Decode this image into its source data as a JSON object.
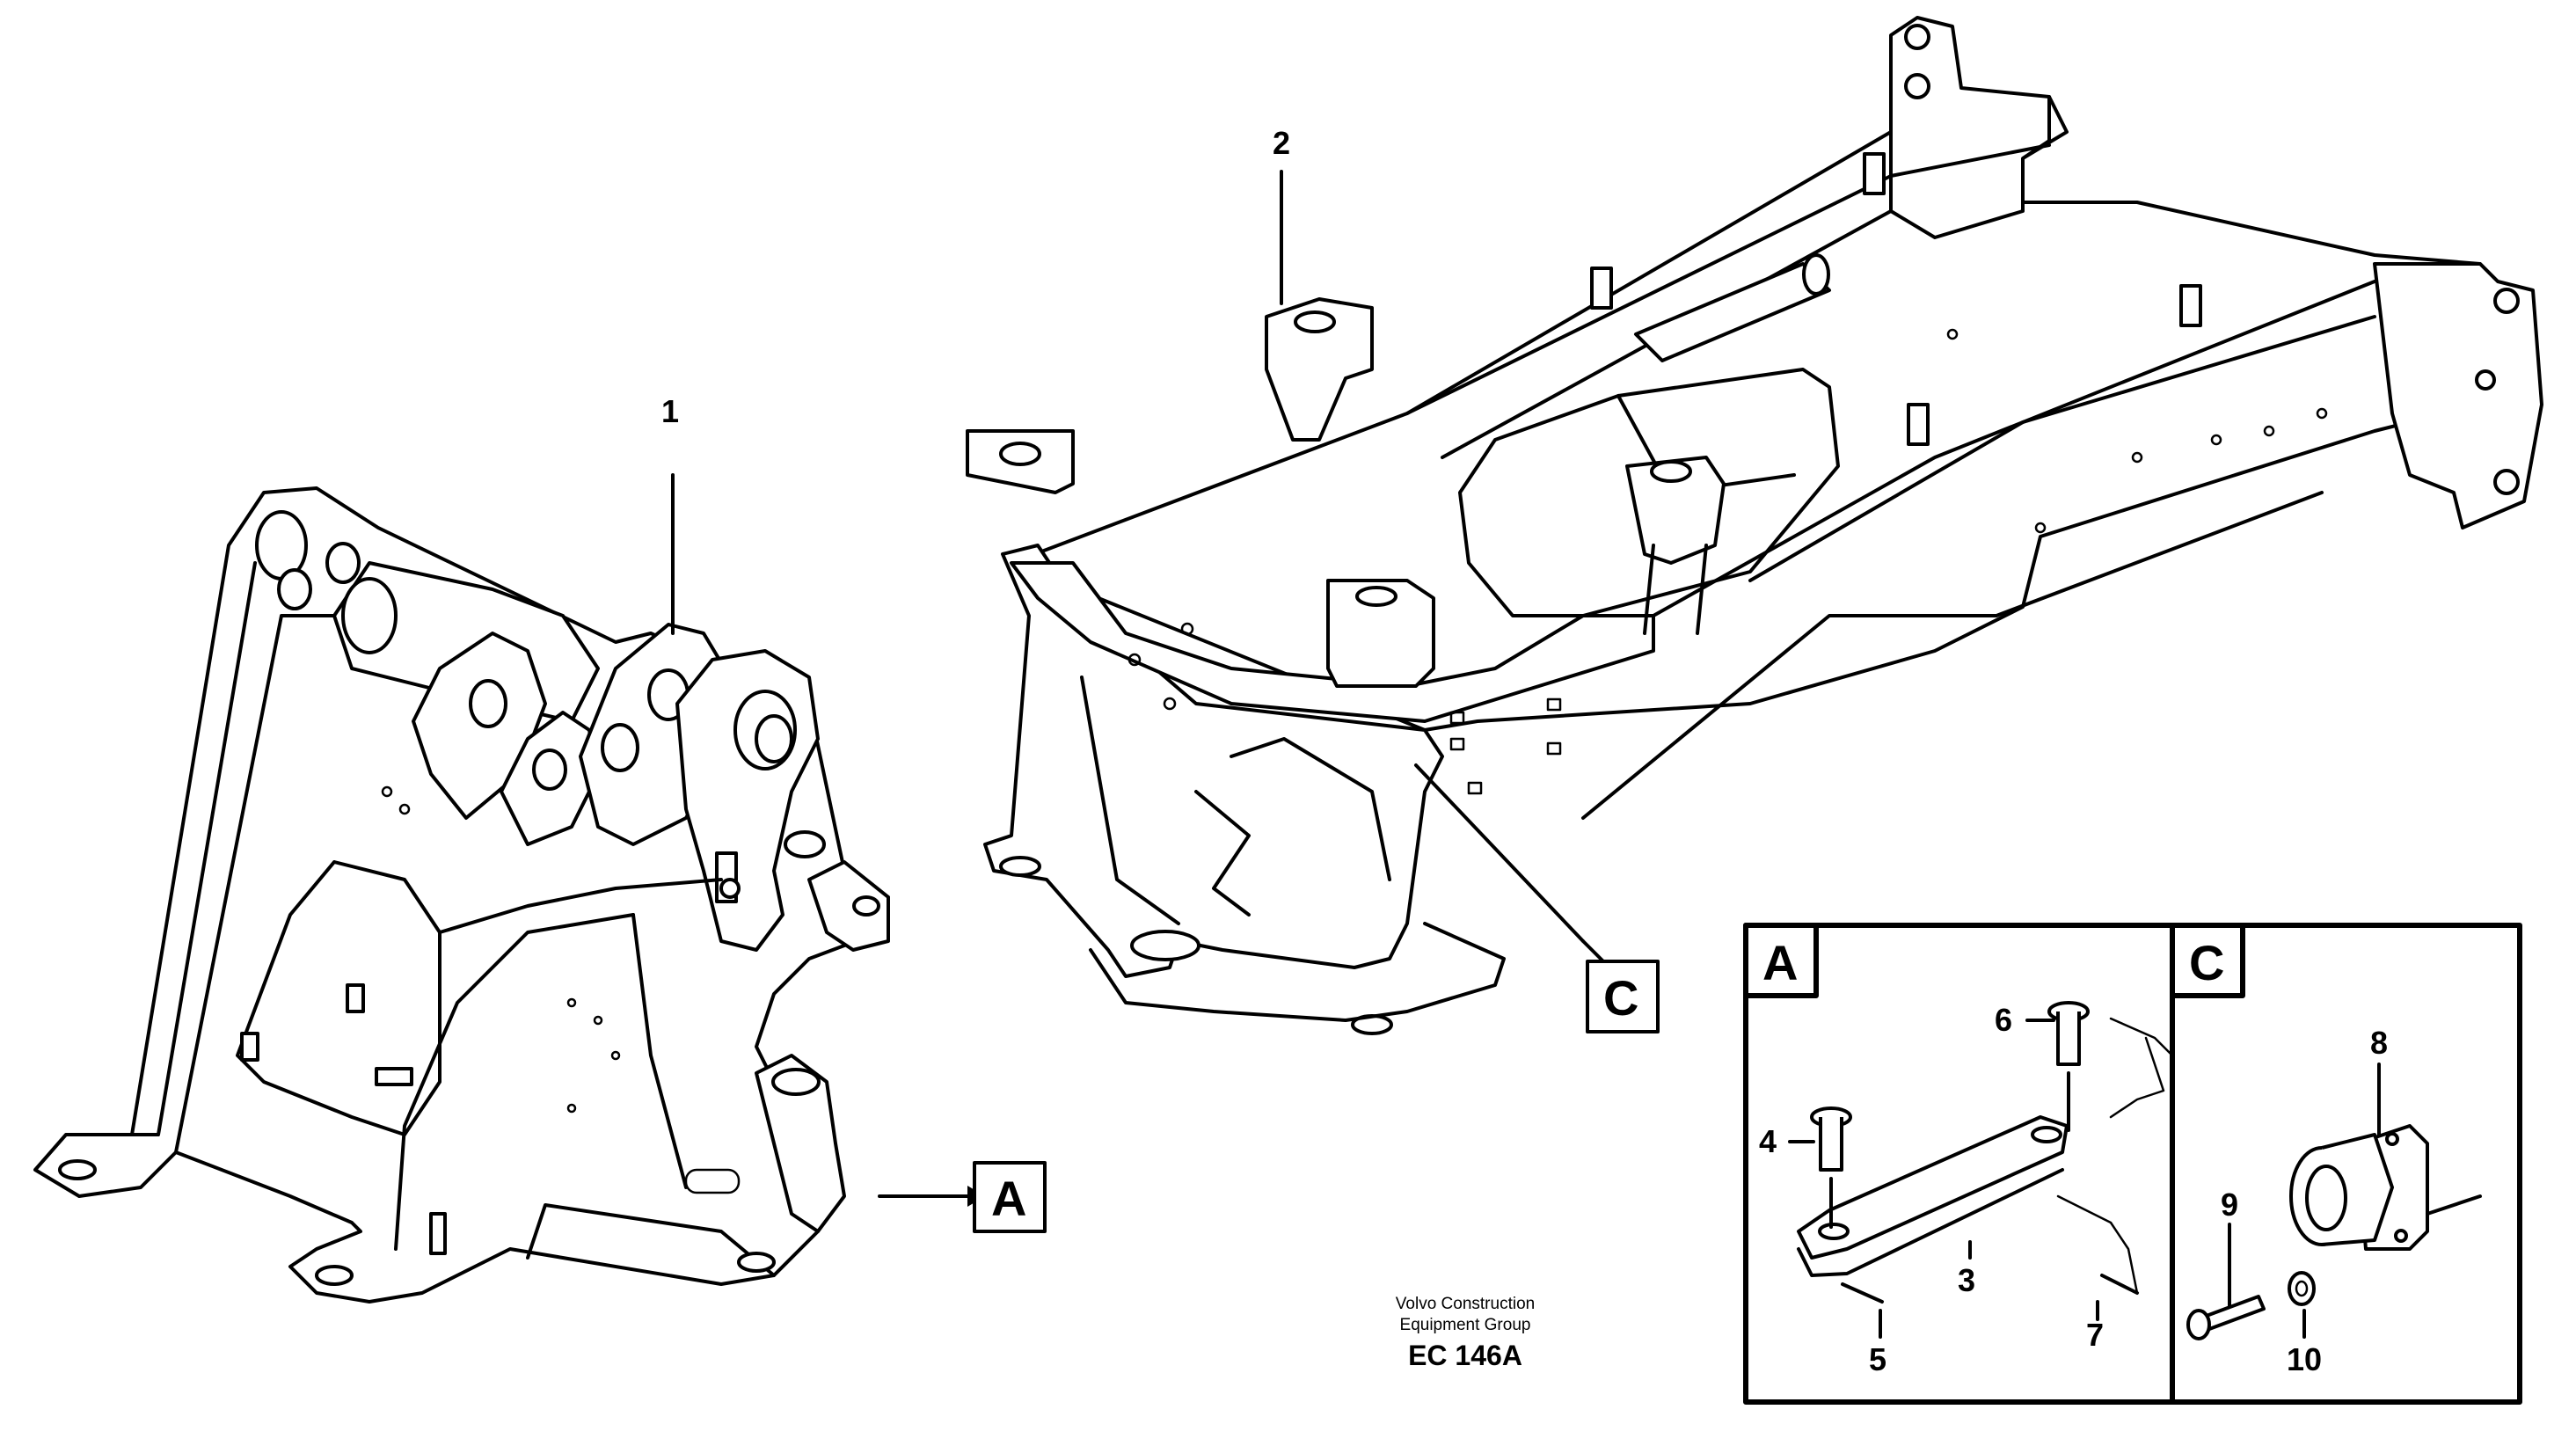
{
  "callouts": {
    "n1": "1",
    "n2": "2",
    "n3": "3",
    "n4": "4",
    "n5": "5",
    "n6": "6",
    "n7": "7",
    "n8": "8",
    "n9": "9",
    "n10": "10"
  },
  "detail_labels": {
    "a": "A",
    "c": "C"
  },
  "footer": {
    "line1": "Volvo Construction",
    "line2": "Equipment Group",
    "code": "EC 146A"
  }
}
